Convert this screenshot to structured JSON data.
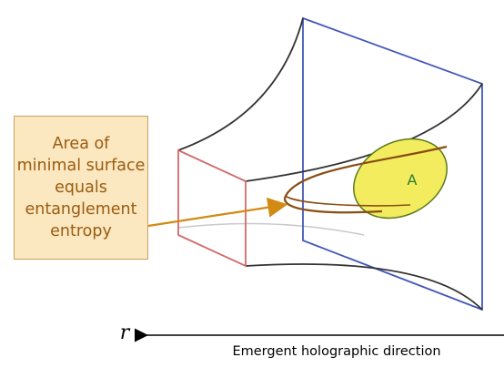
{
  "callout": {
    "lines": [
      "Area of",
      "minimal surface",
      "equals",
      "entanglement",
      "entropy"
    ]
  },
  "region_label": "A",
  "axis": {
    "variable": "r",
    "caption": "Emergent holographic direction"
  },
  "colors": {
    "boundary_square": "#4257b8",
    "inner_square": "#d16a6a",
    "curved_edges": "#333333",
    "region_fill": "#f2ec5e",
    "region_stroke": "#5a7a1a",
    "minimal_surface": "#8a4d14",
    "pointer_arrow": "#d38a13",
    "callout_fill": "#fbe7c0",
    "callout_text": "#9a5c10"
  }
}
